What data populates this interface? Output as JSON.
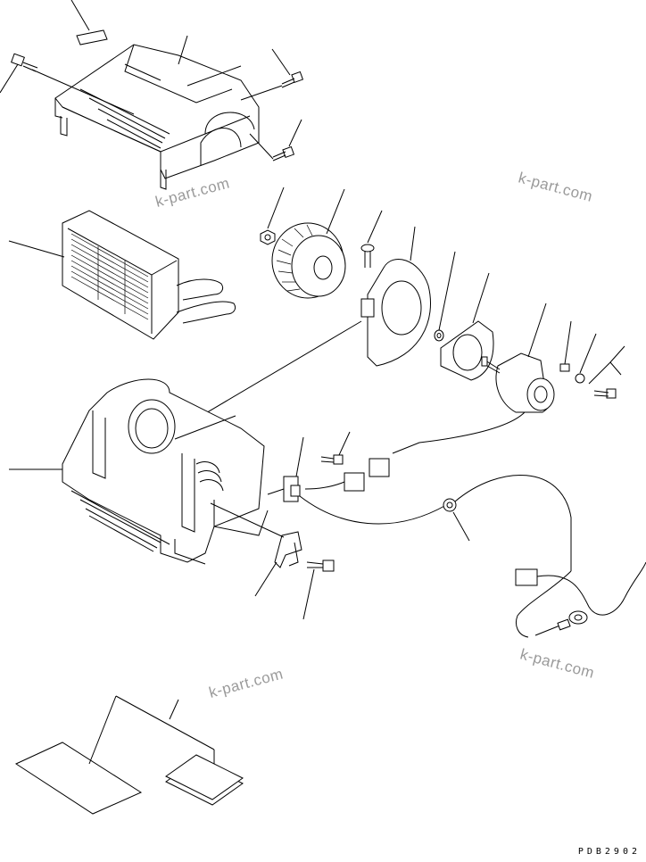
{
  "watermarks": [
    "k-part.com",
    "k-part.com",
    "k-part.com",
    "k-part.com"
  ],
  "drawing_code": "PDB2902"
}
